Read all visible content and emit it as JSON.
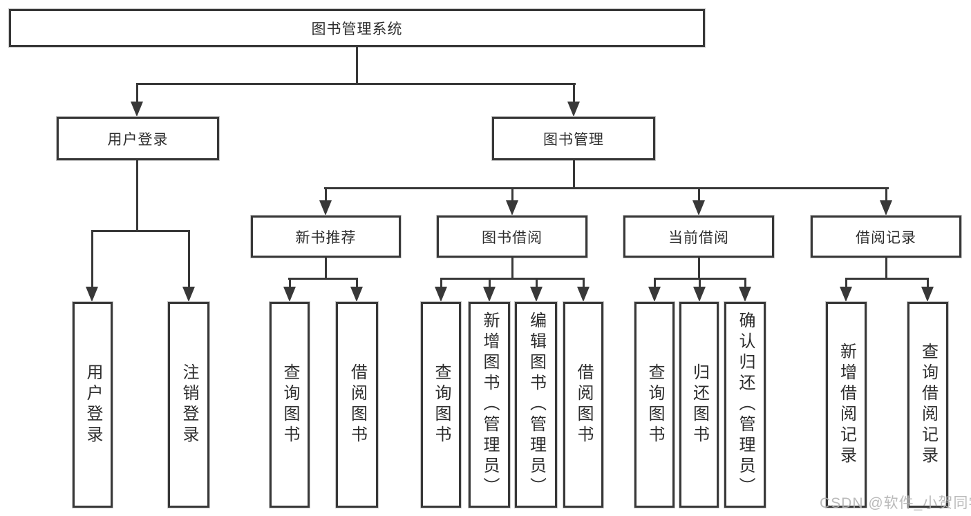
{
  "nodes": {
    "root": "图书管理系统",
    "level2": [
      "用户登录",
      "图书管理"
    ],
    "level3": [
      "新书推荐",
      "图书借阅",
      "当前借阅",
      "借阅记录"
    ],
    "leaf_groups": [
      {
        "items": [
          "用户登录",
          "注销登录"
        ]
      },
      {
        "items": [
          "查询图书",
          "借阅图书"
        ]
      },
      {
        "items": [
          "查询图书",
          "新增图书（管理员）",
          "编辑图书（管理员）",
          "借阅图书"
        ]
      },
      {
        "items": [
          "查询图书",
          "归还图书",
          "确认归还（管理员）"
        ]
      },
      {
        "items": [
          "新增借阅记录",
          "查询借阅记录"
        ]
      }
    ]
  },
  "watermark": "CSDN @软件_小贺同学",
  "colors": {
    "line": "#383838",
    "text": "#2d2d2d",
    "box_fill": "#ffffff",
    "background": "#ffffff",
    "watermark": "#b2b2b2"
  }
}
